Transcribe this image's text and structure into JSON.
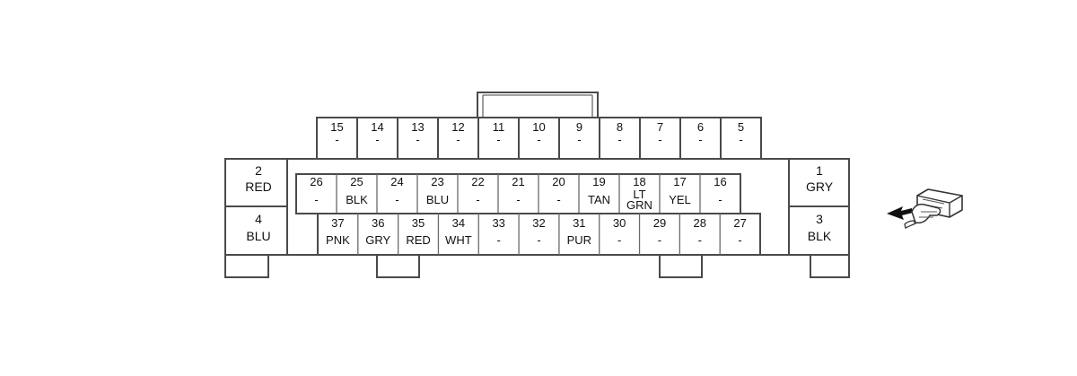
{
  "connector": {
    "top_row": [
      {
        "pin": "15",
        "color": "-"
      },
      {
        "pin": "14",
        "color": "-"
      },
      {
        "pin": "13",
        "color": "-"
      },
      {
        "pin": "12",
        "color": "-"
      },
      {
        "pin": "11",
        "color": "-"
      },
      {
        "pin": "10",
        "color": "-"
      },
      {
        "pin": "9",
        "color": "-"
      },
      {
        "pin": "8",
        "color": "-"
      },
      {
        "pin": "7",
        "color": "-"
      },
      {
        "pin": "6",
        "color": "-"
      },
      {
        "pin": "5",
        "color": "-"
      }
    ],
    "middle_row": [
      {
        "pin": "26",
        "color": "-"
      },
      {
        "pin": "25",
        "color": "BLK"
      },
      {
        "pin": "24",
        "color": "-"
      },
      {
        "pin": "23",
        "color": "BLU"
      },
      {
        "pin": "22",
        "color": "-"
      },
      {
        "pin": "21",
        "color": "-"
      },
      {
        "pin": "20",
        "color": "-"
      },
      {
        "pin": "19",
        "color": "TAN"
      },
      {
        "pin": "18",
        "color": "LT GRN"
      },
      {
        "pin": "17",
        "color": "YEL"
      },
      {
        "pin": "16",
        "color": "-"
      }
    ],
    "bottom_row": [
      {
        "pin": "37",
        "color": "PNK"
      },
      {
        "pin": "36",
        "color": "GRY"
      },
      {
        "pin": "35",
        "color": "RED"
      },
      {
        "pin": "34",
        "color": "WHT"
      },
      {
        "pin": "33",
        "color": "-"
      },
      {
        "pin": "32",
        "color": "-"
      },
      {
        "pin": "31",
        "color": "PUR"
      },
      {
        "pin": "30",
        "color": "-"
      },
      {
        "pin": "29",
        "color": "-"
      },
      {
        "pin": "28",
        "color": "-"
      },
      {
        "pin": "27",
        "color": "-"
      }
    ],
    "left_side": [
      {
        "pin": "2",
        "color": "RED"
      },
      {
        "pin": "4",
        "color": "BLU"
      }
    ],
    "right_side": [
      {
        "pin": "1",
        "color": "GRY"
      },
      {
        "pin": "3",
        "color": "BLK"
      }
    ]
  },
  "icons": {
    "view": "arrow-into-connector-icon"
  }
}
